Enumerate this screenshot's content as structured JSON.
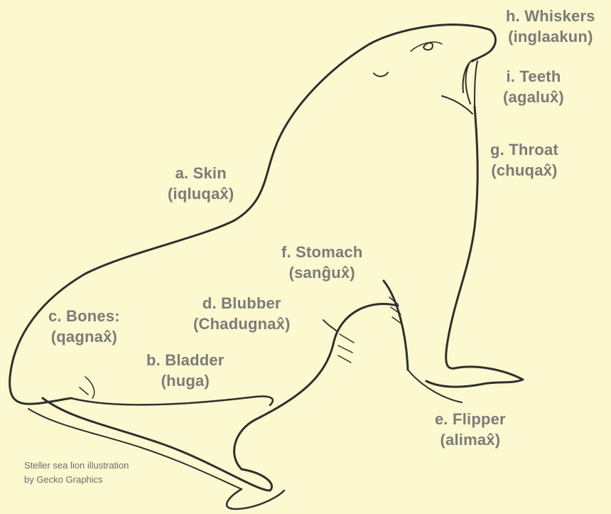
{
  "background": "#fcf8cf",
  "line_color": "#2f2f2f",
  "label_color": "#7b7b78",
  "labels": {
    "whiskers": {
      "title": "h. Whiskers",
      "native": "(inglaakun)"
    },
    "teeth": {
      "title": "i. Teeth",
      "native": "(agalux̂)"
    },
    "throat": {
      "title": "g. Throat",
      "native": "(chuqax̂)"
    },
    "skin": {
      "title": "a. Skin",
      "native": "(iqluqax̂)"
    },
    "stomach": {
      "title": "f. Stomach",
      "native": "(sanĝux̂)"
    },
    "blubber": {
      "title": "d. Blubber",
      "native": "(Chadugnax̂)"
    },
    "bones": {
      "title": "c. Bones:",
      "native": "(qagnax̂)"
    },
    "bladder": {
      "title": "b. Bladder",
      "native": "(huga)"
    },
    "flipper": {
      "title": "e. Flipper",
      "native": "(alimax̂)"
    }
  },
  "credit": {
    "line1": "Steller sea lion illustration",
    "line2": "by Gecko Graphics"
  }
}
